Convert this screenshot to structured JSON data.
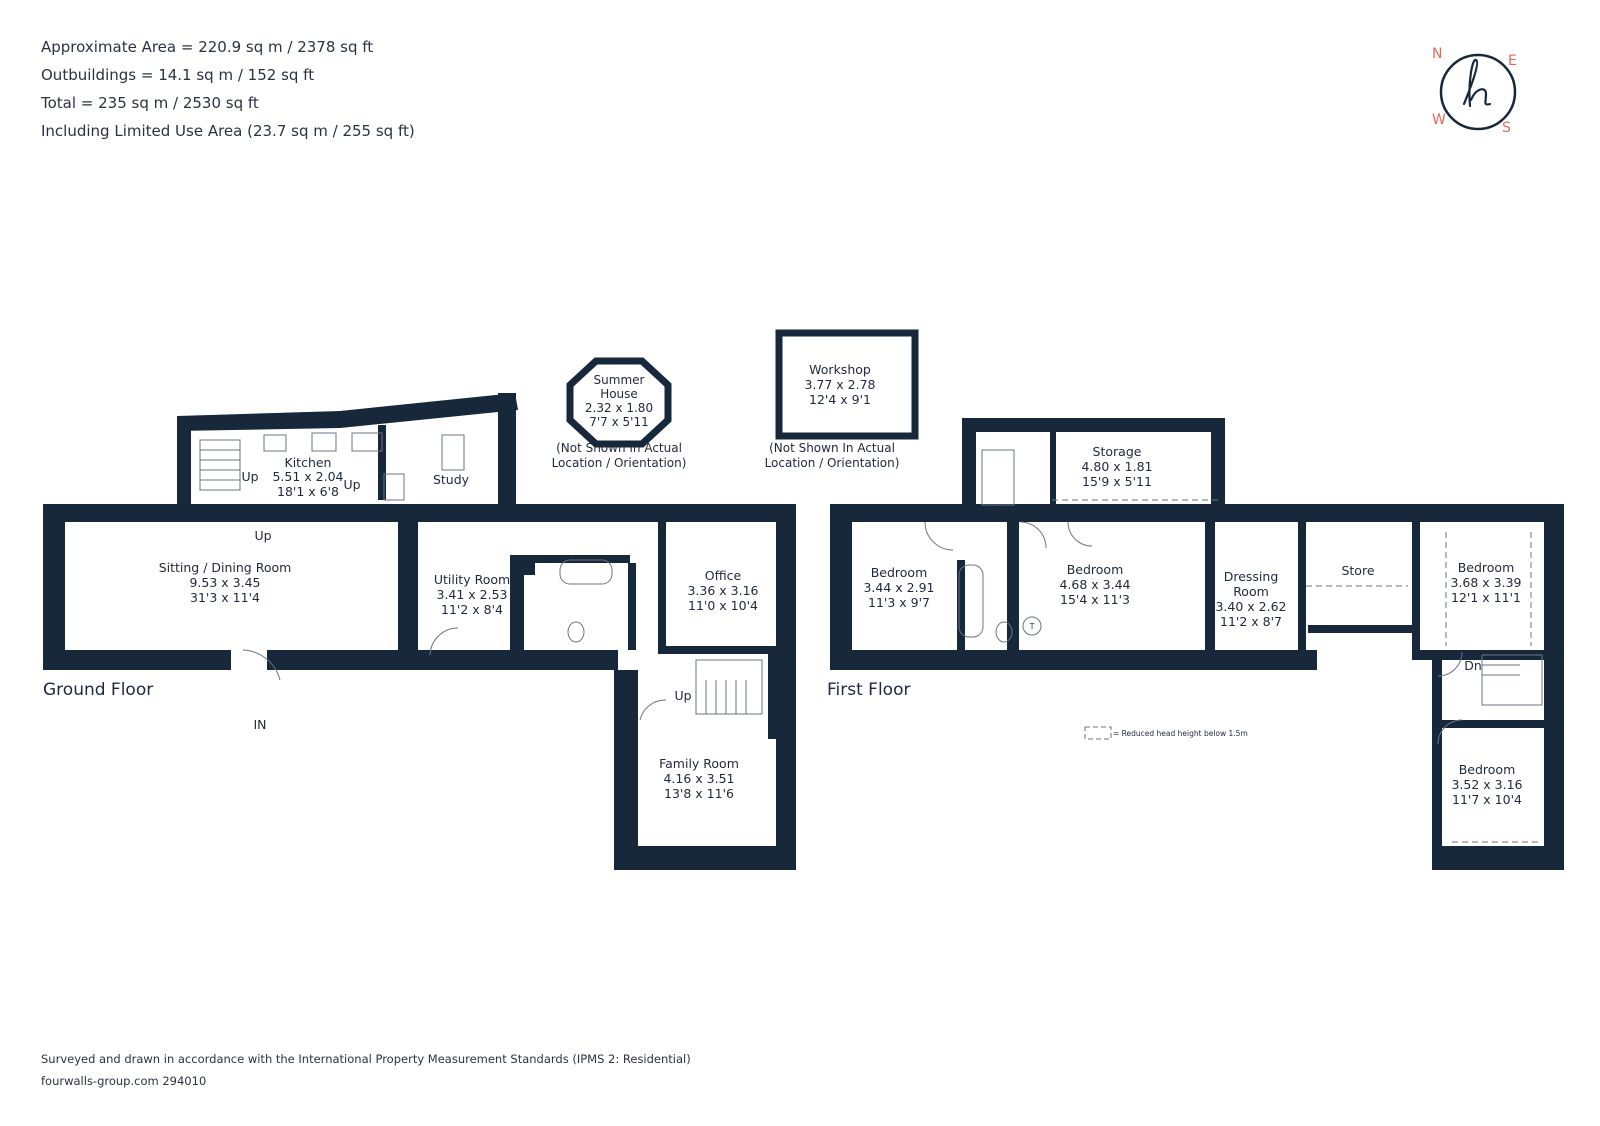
{
  "header": {
    "area_lines": [
      "Approximate Area = 220.9 sq m / 2378 sq ft",
      "Outbuildings = 14.1 sq m / 152 sq ft",
      "Total = 235 sq m / 2530 sq ft",
      "Including Limited Use Area (23.7 sq m / 255 sq ft)"
    ]
  },
  "compass": {
    "n": "N",
    "e": "E",
    "w": "W",
    "s": "S",
    "brand_letter": "h",
    "accent_color": "#e06a5a"
  },
  "colors": {
    "wall": "#16283a",
    "text": "#1e2a3a"
  },
  "floors": {
    "ground": "Ground Floor",
    "first": "First Floor"
  },
  "rooms": {
    "kitchen": {
      "name": "Kitchen",
      "metric": "5.51 x 2.04",
      "imperial": "18'1 x 6'8"
    },
    "study": {
      "name": "Study"
    },
    "sitting": {
      "name": "Sitting / Dining Room",
      "metric": "9.53 x 3.45",
      "imperial": "31'3 x 11'4"
    },
    "utility": {
      "name": "Utility Room",
      "metric": "3.41 x 2.53",
      "imperial": "11'2 x 8'4"
    },
    "office": {
      "name": "Office",
      "metric": "3.36 x 3.16",
      "imperial": "11'0 x 10'4"
    },
    "family": {
      "name": "Family Room",
      "metric": "4.16 x 3.51",
      "imperial": "13'8 x 11'6"
    },
    "summer": {
      "name1": "Summer",
      "name2": "House",
      "metric": "2.32 x 1.80",
      "imperial": "7'7 x 5'11",
      "note1": "(Not Shown In Actual",
      "note2": "Location / Orientation)"
    },
    "workshop": {
      "name": "Workshop",
      "metric": "3.77 x 2.78",
      "imperial": "12'4 x 9'1",
      "note1": "(Not Shown In Actual",
      "note2": "Location / Orientation)"
    },
    "storage": {
      "name": "Storage",
      "metric": "4.80 x 1.81",
      "imperial": "15'9 x 5'11"
    },
    "bed1": {
      "name": "Bedroom",
      "metric": "3.44 x 2.91",
      "imperial": "11'3 x 9'7"
    },
    "bed2": {
      "name": "Bedroom",
      "metric": "4.68 x 3.44",
      "imperial": "15'4 x 11'3"
    },
    "dressing": {
      "name1": "Dressing",
      "name2": "Room",
      "metric": "3.40 x 2.62",
      "imperial": "11'2 x 8'7"
    },
    "store": {
      "name": "Store"
    },
    "bed3": {
      "name": "Bedroom",
      "metric": "3.68 x 3.39",
      "imperial": "12'1 x 11'1"
    },
    "bed4": {
      "name": "Bedroom",
      "metric": "3.52 x 3.16",
      "imperial": "11'7 x 10'4"
    }
  },
  "labels": {
    "up": "Up",
    "dn": "Dn",
    "in": "IN",
    "t": "T",
    "legend": "= Reduced head height below 1.5m"
  },
  "footer": {
    "line1": "Surveyed and drawn in accordance with the International Property Measurement Standards (IPMS 2: Residential)",
    "line2": "fourwalls-group.com 294010"
  }
}
